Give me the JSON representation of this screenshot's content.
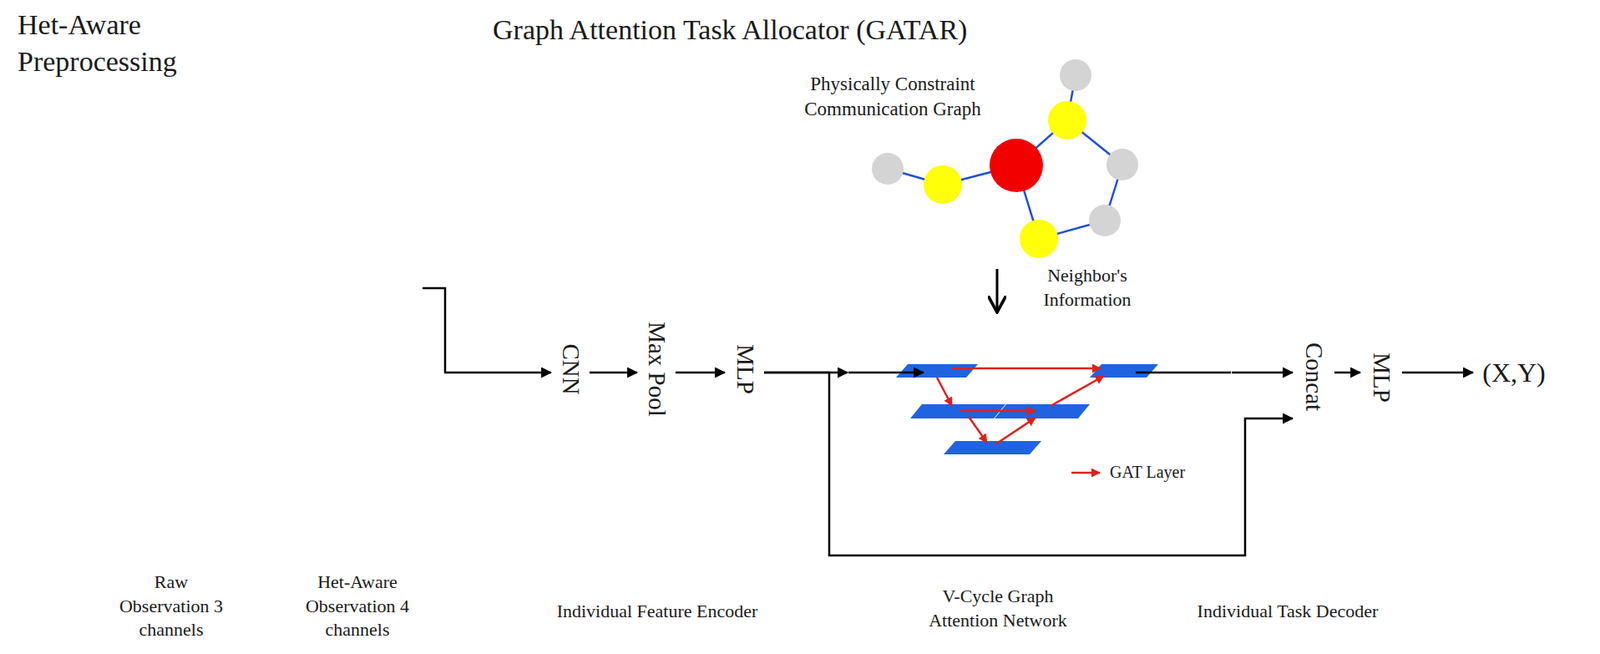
{
  "diagram": {
    "nodes": [
      {
        "text": [
          "Het-Aware Preprocessing"
        ]
      },
      {
        "text": [
          "Raw Observation 3 channels"
        ],
        "in": 0
      },
      {
        "text": [
          "Het-Aware Observation 4 channels"
        ],
        "in": 0
      },
      {
        "text": [
          "Graph Attention Task Allocator (GATAR)"
        ]
      },
      {
        "text": [
          "Individual Feature Encoder"
        ],
        "in": 3
      },
      {
        "text": [
          "CNN"
        ],
        "in": 4
      },
      {
        "text": [
          "Max Pool"
        ],
        "in": 4
      },
      {
        "text": [
          "MLP"
        ],
        "in": 4
      },
      {
        "text": [
          "V-Cycle Graph Attention Network"
        ],
        "in": 3
      },
      {
        "text": [
          "Individual Task Decoder"
        ],
        "in": 3
      },
      {
        "text": [
          "Concat"
        ],
        "in": 9
      },
      {
        "text": [
          "MLP"
        ],
        "in": 9
      },
      {
        "text": [
          "(X,Y)"
        ],
        "in": 3
      }
    ],
    "edges": [
      {
        "from": 2,
        "to": 5,
        "arrow": "to"
      },
      {
        "from": 5,
        "to": 6,
        "arrow": "to"
      },
      {
        "from": 6,
        "to": 7,
        "arrow": "to"
      },
      {
        "from": 7,
        "to": 8,
        "arrow": "to"
      },
      {
        "from": 8,
        "to": 10,
        "arrow": "to"
      },
      {
        "from": 7,
        "to": 10,
        "arrow": "to"
      },
      {
        "from": 10,
        "to": 11,
        "arrow": "to"
      },
      {
        "from": 11,
        "to": 12,
        "arrow": "to"
      }
    ],
    "labels": [
      "Physically Constraint Communication Graph",
      "Neighbor's Information"
    ],
    "legend": [
      {
        "text": "GAT Layer"
      }
    ]
  }
}
